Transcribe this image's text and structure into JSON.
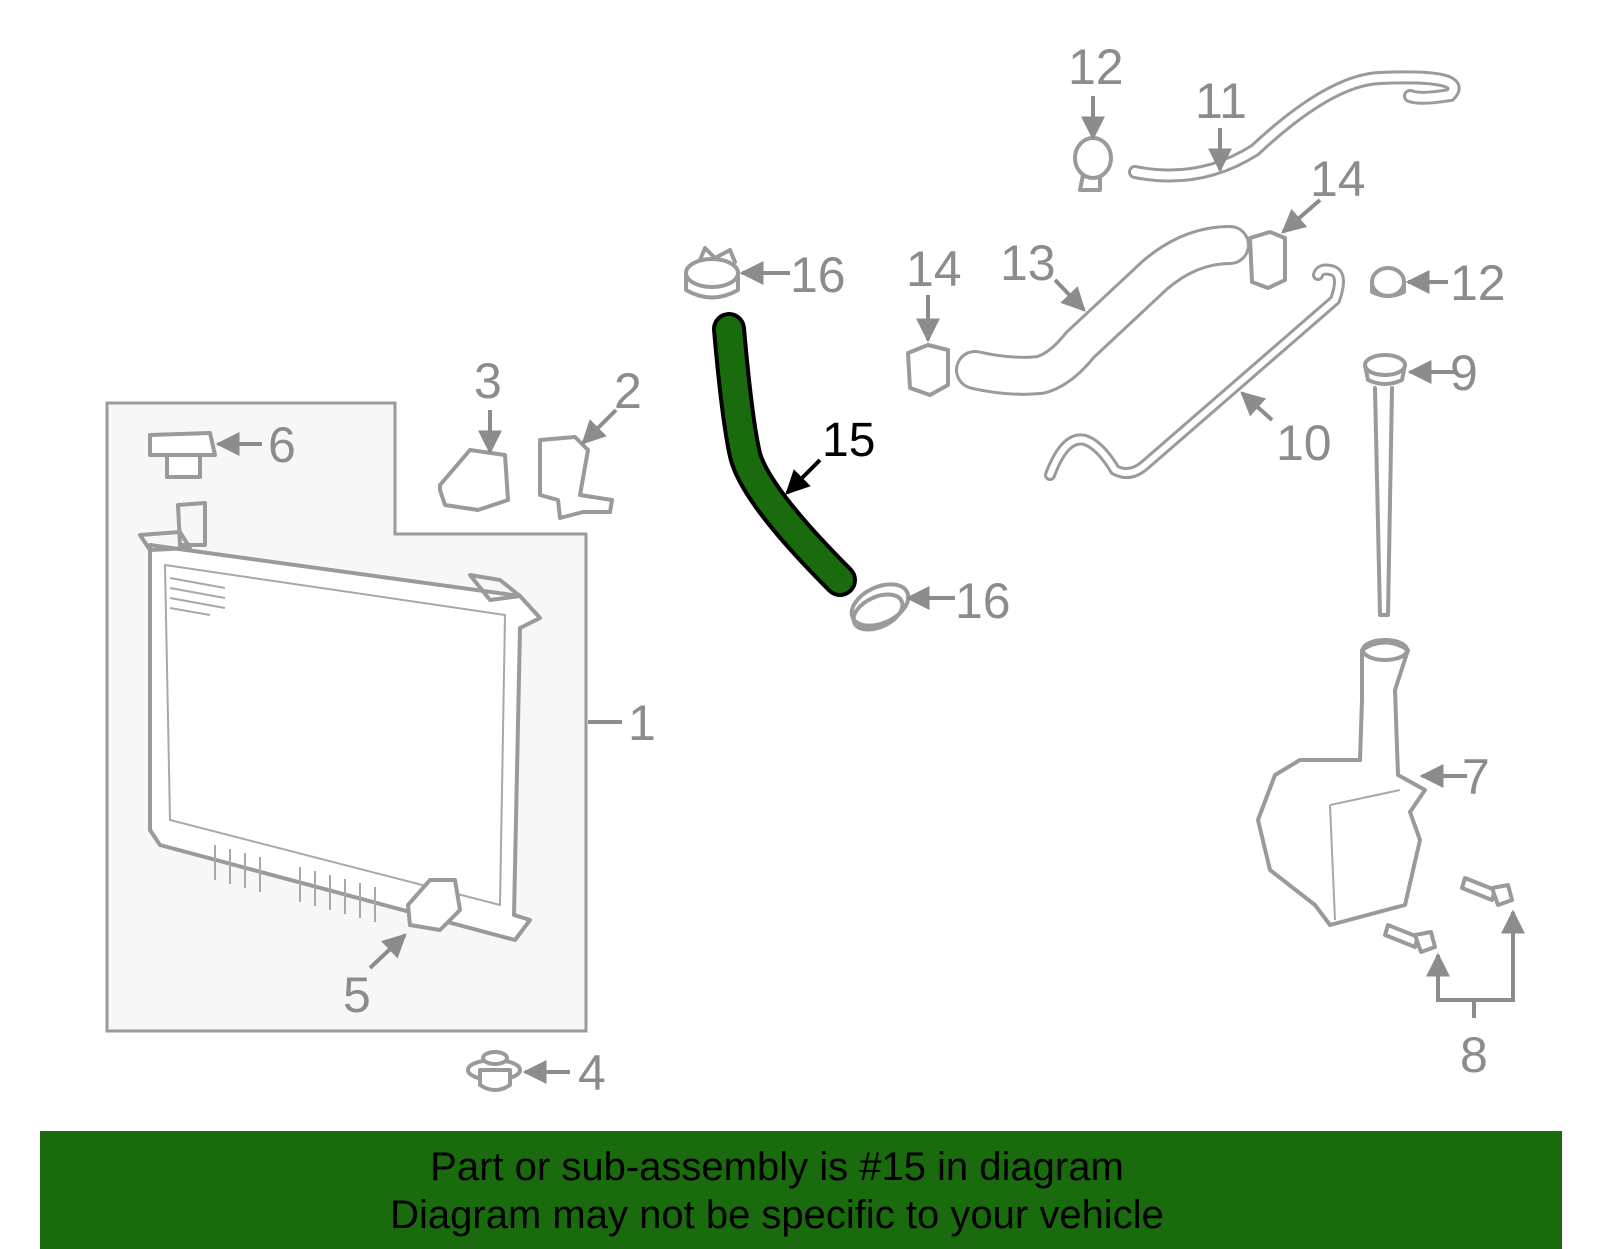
{
  "diagram": {
    "highlighted_part": "15",
    "highlight_color": "#1a6b0d",
    "part_line_color": "#9a9a9a",
    "callouts": {
      "p1": "1",
      "p2": "2",
      "p3": "3",
      "p4": "4",
      "p5": "5",
      "p6": "6",
      "p7": "7",
      "p8": "8",
      "p9": "9",
      "p10": "10",
      "p11": "11",
      "p12a": "12",
      "p12b": "12",
      "p13": "13",
      "p14a": "14",
      "p14b": "14",
      "p15": "15",
      "p16a": "16",
      "p16b": "16"
    }
  },
  "banner": {
    "line1": "Part or sub-assembly is #15 in diagram",
    "line2": "Diagram may not be specific to your vehicle",
    "background": "#1a6b0d"
  }
}
